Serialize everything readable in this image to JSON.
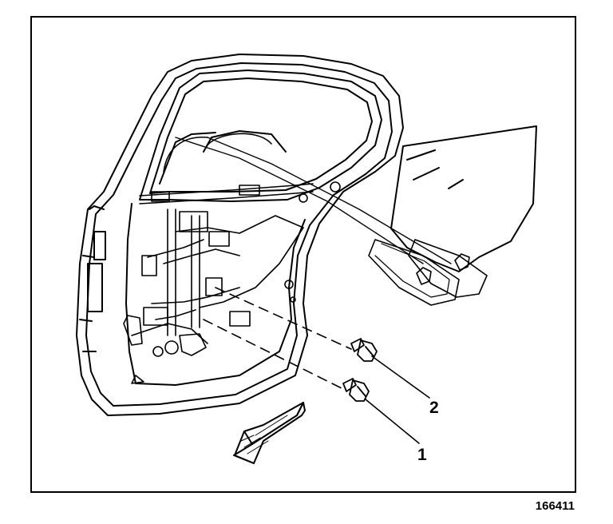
{
  "callouts": {
    "bolt_1": "1",
    "bolt_2": "2"
  },
  "figure_number": "166411",
  "colors": {
    "line": "#000000",
    "background": "#ffffff"
  }
}
